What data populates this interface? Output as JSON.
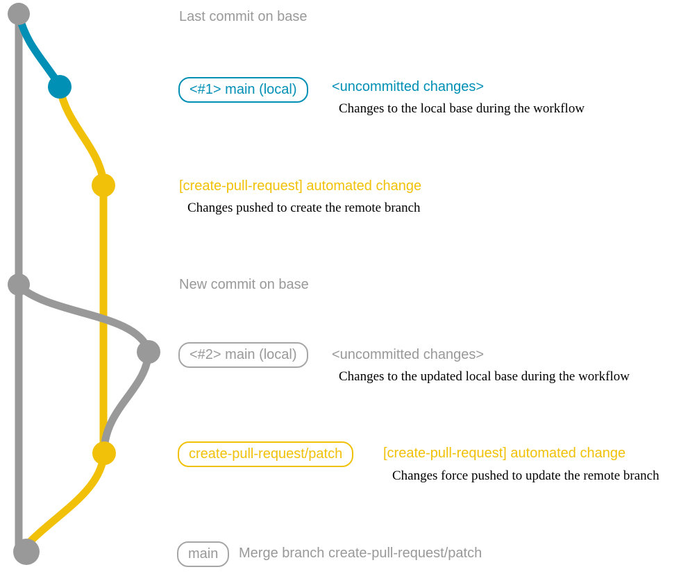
{
  "colors": {
    "gray": "#999999",
    "blue": "#008fb5",
    "yellow": "#f1c109",
    "annotation_text": "#000000"
  },
  "graph": {
    "branches": [
      {
        "name": "base-trunk",
        "color": "#999999"
      },
      {
        "name": "local-main-blue-segment",
        "color": "#008fb5"
      },
      {
        "name": "create-pull-request-patch",
        "color": "#f1c109"
      },
      {
        "name": "updated-local-main",
        "color": "#999999"
      }
    ],
    "commits": [
      {
        "name": "last-commit-on-base",
        "color": "#999999"
      },
      {
        "name": "main-local-1",
        "color": "#008fb5"
      },
      {
        "name": "automated-change-1",
        "color": "#f1c109"
      },
      {
        "name": "new-commit-on-base",
        "color": "#999999"
      },
      {
        "name": "main-local-2",
        "color": "#999999"
      },
      {
        "name": "automated-change-2",
        "color": "#f1c109"
      },
      {
        "name": "merge-commit",
        "color": "#999999"
      }
    ]
  },
  "sections": {
    "s1": {
      "heading": "Last commit on base"
    },
    "s2": {
      "badge": "<#1> main (local)",
      "title": "<uncommitted changes>",
      "desc": "Changes to the local base during the workflow"
    },
    "s3": {
      "title": "[create-pull-request] automated change",
      "desc": "Changes pushed to create the remote branch"
    },
    "s4": {
      "heading": "New commit on base"
    },
    "s5": {
      "badge": "<#2> main (local)",
      "title": "<uncommitted changes>",
      "desc": "Changes to the updated local base during the workflow"
    },
    "s6": {
      "badge": "create-pull-request/patch",
      "title": "[create-pull-request] automated change",
      "desc": "Changes force pushed to update the remote branch"
    },
    "s7": {
      "badge": "main",
      "text": "Merge branch create-pull-request/patch"
    }
  }
}
